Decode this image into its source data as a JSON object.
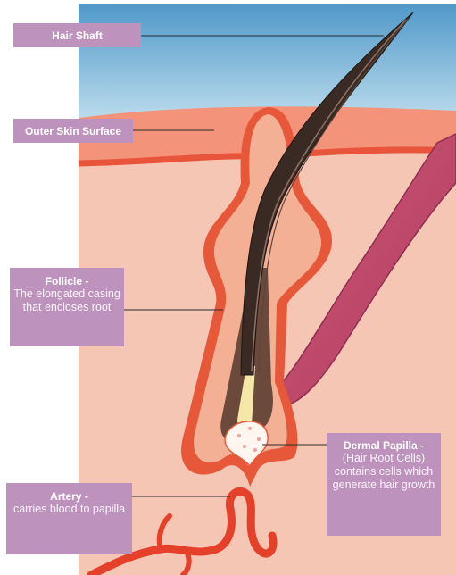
{
  "labels": {
    "hair_shaft": {
      "title": "Hair Shaft"
    },
    "outer_skin": {
      "title": "Outer Skin Surface"
    },
    "follicle": {
      "title": "Follicle -",
      "desc": "The elongated casing that encloses root"
    },
    "dermal_papilla": {
      "title": "Dermal Papilla -",
      "desc": "(Hair Root Cells) contains cells which generate hair growth"
    },
    "artery": {
      "title": "Artery -",
      "desc": "carries blood to papilla"
    }
  },
  "colors": {
    "label_bg": "#bd93bd",
    "label_text": "#ffffff",
    "sky": "#a6cde4",
    "skin_surface": "#f3937a",
    "dermis": "#f6c6b5",
    "follicle_wall": "#e7583a",
    "hair": "#3a2a24",
    "muscle": "#c2476a",
    "artery": "#e4402a",
    "papilla": "#ffffff"
  }
}
